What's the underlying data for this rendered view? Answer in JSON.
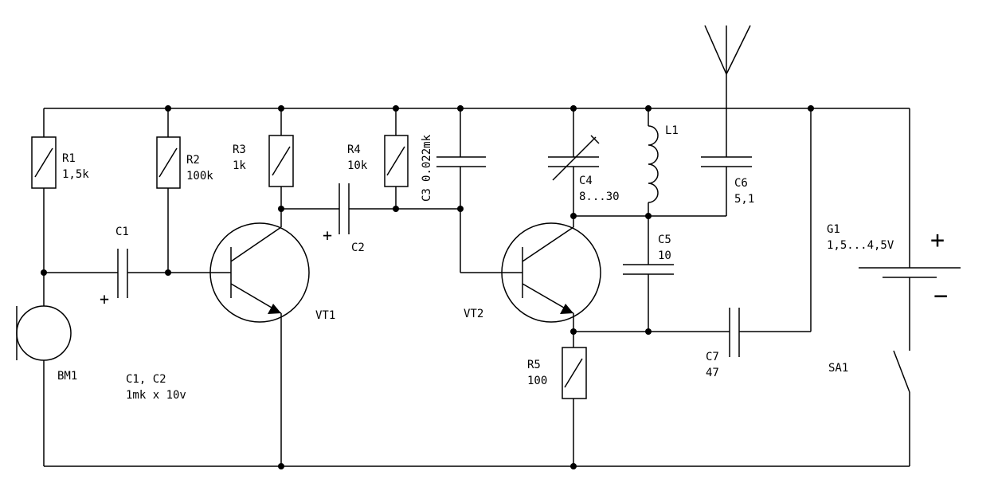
{
  "components": {
    "r1": {
      "name": "R1",
      "value": "1,5k"
    },
    "r2": {
      "name": "R2",
      "value": "100k"
    },
    "r3": {
      "name": "R3",
      "value": "1k"
    },
    "r4": {
      "name": "R4",
      "value": "10k"
    },
    "r5": {
      "name": "R5",
      "value": "100"
    },
    "c1": {
      "name": "C1"
    },
    "c2": {
      "name": "C2"
    },
    "c3": {
      "name": "C3",
      "value": "0.022mk"
    },
    "c4": {
      "name": "C4",
      "value": "8...30"
    },
    "c5": {
      "name": "C5",
      "value": "10"
    },
    "c6": {
      "name": "C6",
      "value": "5,1"
    },
    "c7": {
      "name": "C7",
      "value": "47"
    },
    "l1": {
      "name": "L1"
    },
    "vt1": {
      "name": "VT1"
    },
    "vt2": {
      "name": "VT2"
    },
    "bm1": {
      "name": "BM1"
    },
    "g1": {
      "name": "G1",
      "value": "1,5...4,5V"
    },
    "sa1": {
      "name": "SA1"
    }
  },
  "notes": {
    "c1_c2_names": "C1, C2",
    "c1_c2_spec": "1mk x 10v"
  },
  "symbols": {
    "plus": "+",
    "minus": "−"
  }
}
